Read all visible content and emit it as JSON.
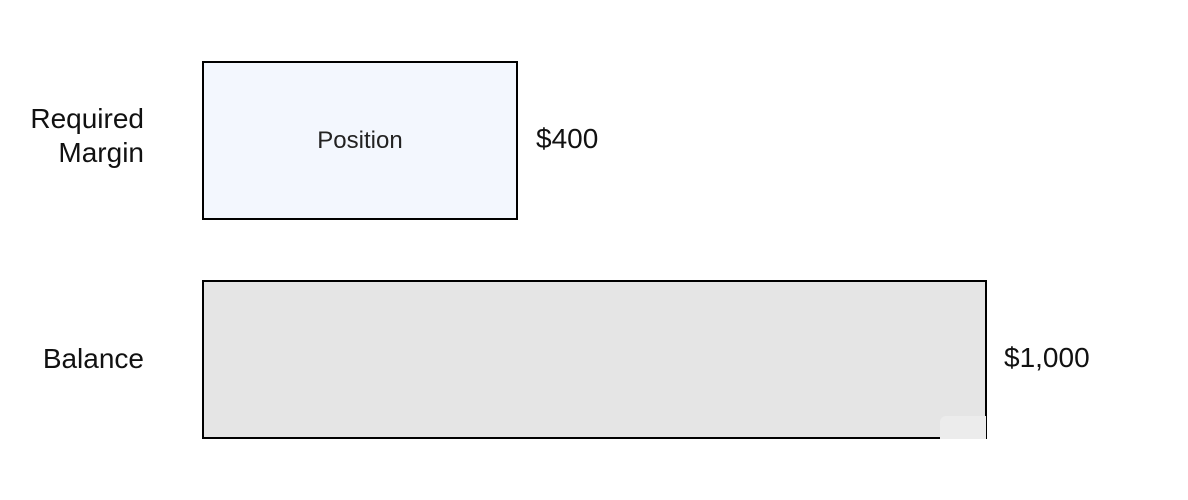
{
  "rows": {
    "required_margin": {
      "label": "Required\nMargin",
      "box_label": "Position",
      "amount": "$400",
      "box_color": "#f3f7fe"
    },
    "balance": {
      "label": "Balance",
      "amount": "$1,000",
      "box_color": "#e5e5e5"
    }
  }
}
